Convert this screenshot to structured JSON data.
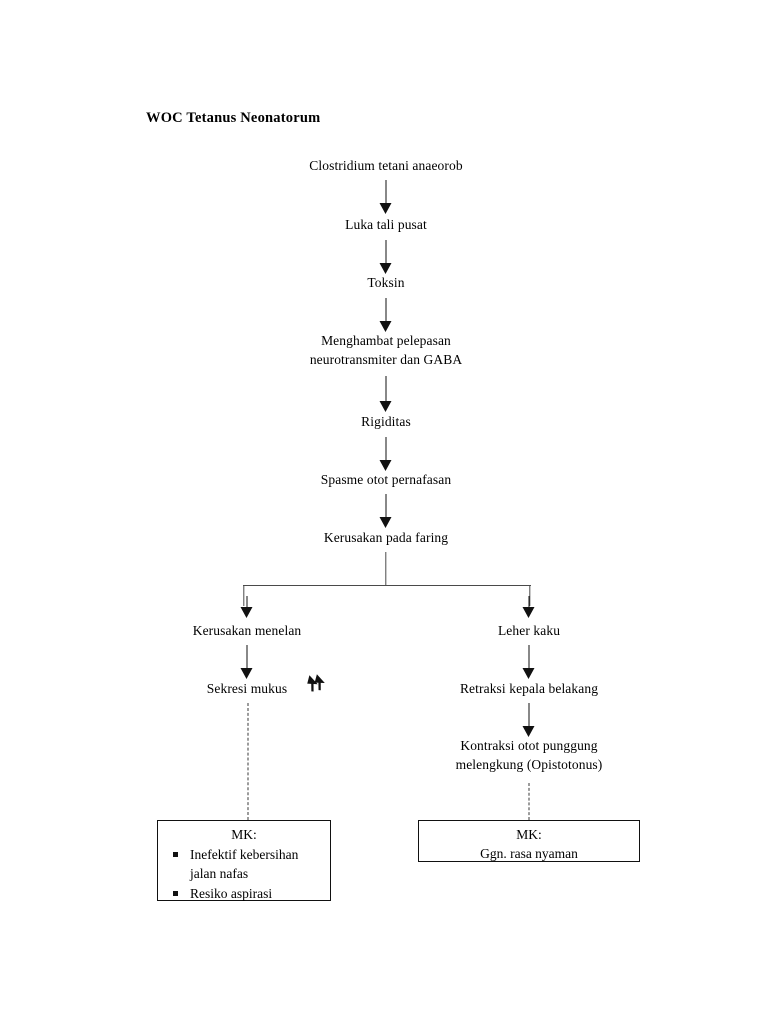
{
  "document": {
    "title": "WOC Tetanus Neonatorum"
  },
  "flow": {
    "nodes": [
      {
        "id": "n1",
        "label": "Clostridium tetani anaeorob"
      },
      {
        "id": "n2",
        "label": "Luka tali pusat"
      },
      {
        "id": "n3",
        "label": "Toksin"
      },
      {
        "id": "n4",
        "label": "Menghambat pelepasan\nneurotransmiter dan GABA"
      },
      {
        "id": "n5",
        "label": "Rigiditas"
      },
      {
        "id": "n6",
        "label": "Spasme otot pernafasan"
      },
      {
        "id": "n7",
        "label": "Kerusakan pada faring"
      },
      {
        "id": "n8",
        "label": "Kerusakan menelan"
      },
      {
        "id": "n9",
        "label": "Sekresi mukus"
      },
      {
        "id": "n10",
        "label": "Leher kaku"
      },
      {
        "id": "n11",
        "label": "Retraksi kepala belakang"
      },
      {
        "id": "n12",
        "label": "Kontraksi otot punggung\nmelengkung (Opistotonus)"
      }
    ],
    "increase_symbol": "double-up-arrow",
    "branch": {
      "left_label": "Kerusakan menelan",
      "right_label": "Leher kaku"
    }
  },
  "outcomes": {
    "left_box": {
      "heading": "MK:",
      "items": [
        "Inefektif kebersihan jalan nafas",
        "Resiko aspirasi"
      ]
    },
    "right_box": {
      "heading": "MK:",
      "subtitle": "Ggn. rasa nyaman"
    }
  },
  "colors": {
    "ink": "#111111",
    "connector": "#4a4a4a",
    "background": "#ffffff"
  }
}
